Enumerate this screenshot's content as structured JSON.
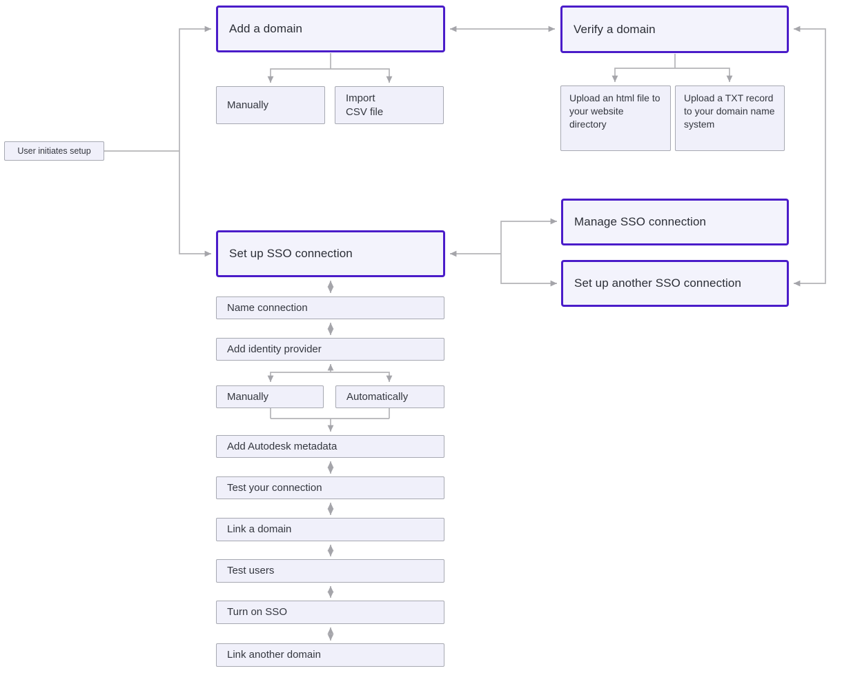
{
  "colors": {
    "accent_border": "#4a1cc9",
    "primary_fill": "#f3f3fc",
    "node_fill": "#f0f0fa",
    "node_border": "#a6a8b1",
    "connector_line": "#b4b4b7",
    "arrowhead": "#a5a5aa",
    "text": "#34373f"
  },
  "nodes": {
    "user_initiates_setup": {
      "label": "User initiates setup"
    },
    "add_a_domain": {
      "label": "Add a domain"
    },
    "verify_a_domain": {
      "label": "Verify a domain"
    },
    "add_manually": {
      "label": "Manually"
    },
    "import_csv_file": {
      "label": "Import\nCSV file"
    },
    "upload_html_file": {
      "label": "Upload an html file to your website directory"
    },
    "upload_txt_record": {
      "label": "Upload a TXT record to your domain name system"
    },
    "set_up_sso_connection": {
      "label": "Set up SSO connection"
    },
    "manage_sso_connection": {
      "label": "Manage SSO connection"
    },
    "set_up_another_sso_connection": {
      "label": "Set up another SSO connection"
    },
    "name_connection": {
      "label": "Name connection"
    },
    "add_identity_provider": {
      "label": "Add identity provider"
    },
    "idp_manually": {
      "label": "Manually"
    },
    "idp_automatically": {
      "label": "Automatically"
    },
    "add_autodesk_metadata": {
      "label": "Add Autodesk metadata"
    },
    "test_your_connection": {
      "label": "Test your connection"
    },
    "link_a_domain": {
      "label": "Link a domain"
    },
    "test_users": {
      "label": "Test users"
    },
    "turn_on_sso": {
      "label": "Turn on SSO"
    },
    "link_another_domain": {
      "label": "Link another domain"
    }
  },
  "edges": [
    {
      "from": "user_initiates_setup",
      "to": "add_a_domain",
      "direction": "one-way"
    },
    {
      "from": "user_initiates_setup",
      "to": "set_up_sso_connection",
      "direction": "one-way"
    },
    {
      "from": "add_a_domain",
      "to": "verify_a_domain",
      "direction": "two-way"
    },
    {
      "from": "add_a_domain",
      "to": "add_manually",
      "direction": "one-way"
    },
    {
      "from": "add_a_domain",
      "to": "import_csv_file",
      "direction": "one-way"
    },
    {
      "from": "verify_a_domain",
      "to": "upload_html_file",
      "direction": "one-way"
    },
    {
      "from": "verify_a_domain",
      "to": "upload_txt_record",
      "direction": "one-way"
    },
    {
      "from": "verify_a_domain",
      "to": "set_up_another_sso_connection",
      "direction": "two-way"
    },
    {
      "from": "set_up_sso_connection",
      "to": "manage_sso_connection",
      "direction": "two-way-hub"
    },
    {
      "from": "set_up_sso_connection",
      "to": "set_up_another_sso_connection",
      "direction": "two-way-hub"
    },
    {
      "from": "set_up_sso_connection",
      "to": "name_connection",
      "direction": "two-way"
    },
    {
      "from": "name_connection",
      "to": "add_identity_provider",
      "direction": "two-way"
    },
    {
      "from": "add_identity_provider",
      "to": "idp_manually",
      "direction": "one-way-with-return"
    },
    {
      "from": "add_identity_provider",
      "to": "idp_automatically",
      "direction": "one-way-with-return"
    },
    {
      "from": "idp_manually",
      "to": "add_autodesk_metadata",
      "direction": "merge-one-way"
    },
    {
      "from": "idp_automatically",
      "to": "add_autodesk_metadata",
      "direction": "merge-one-way"
    },
    {
      "from": "add_autodesk_metadata",
      "to": "test_your_connection",
      "direction": "two-way"
    },
    {
      "from": "test_your_connection",
      "to": "link_a_domain",
      "direction": "two-way"
    },
    {
      "from": "link_a_domain",
      "to": "test_users",
      "direction": "two-way"
    },
    {
      "from": "test_users",
      "to": "turn_on_sso",
      "direction": "two-way"
    },
    {
      "from": "turn_on_sso",
      "to": "link_another_domain",
      "direction": "two-way"
    }
  ]
}
